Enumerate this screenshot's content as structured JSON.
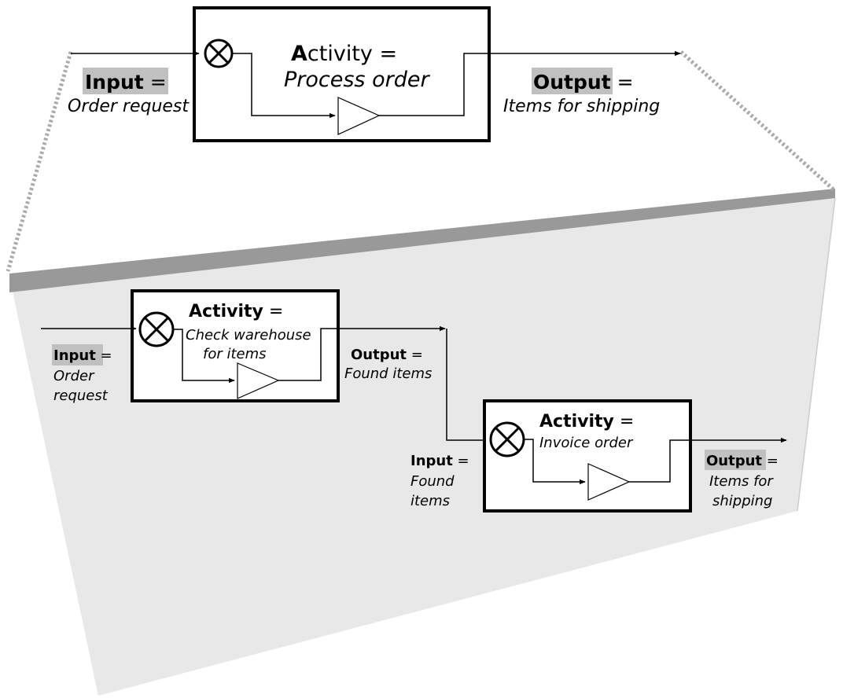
{
  "colors": {
    "panel_fill": "#e8e8e8",
    "panel_edge": "#999999",
    "label_highlight": "#c0c0c0",
    "dotted_connector": "#aaaaaa",
    "ink": "#000000"
  },
  "icons": [
    "multiplier-circle-x-icon",
    "amplifier-triangle-icon",
    "arrow-head-icon"
  ],
  "top": {
    "input_word": "Input",
    "input_eq": " =",
    "input_value": "Order request",
    "activity_first_letter": "A",
    "activity_rest": "ctivity",
    "activity_eq": " =",
    "activity_value": "Process order",
    "output_word": "Output",
    "output_eq": " =",
    "output_value": "Items for shipping"
  },
  "detail": {
    "step1": {
      "input_word": "Input",
      "input_eq": " =",
      "input_value_line1": "Order",
      "input_value_line2": "request",
      "activity_word": "Activity",
      "activity_eq": " =",
      "activity_value_line1": "Check warehouse",
      "activity_value_line2": "for items",
      "output_word": "Output",
      "output_eq": " =",
      "output_value": "Found items"
    },
    "step2": {
      "input_word": "Input",
      "input_eq": " =",
      "input_value_line1": "Found",
      "input_value_line2": "items",
      "activity_word": "Activity",
      "activity_eq": " =",
      "activity_value": "Invoice order",
      "output_word": "Output",
      "output_eq": " =",
      "output_value_line1": "Items for",
      "output_value_line2": "shipping"
    }
  }
}
